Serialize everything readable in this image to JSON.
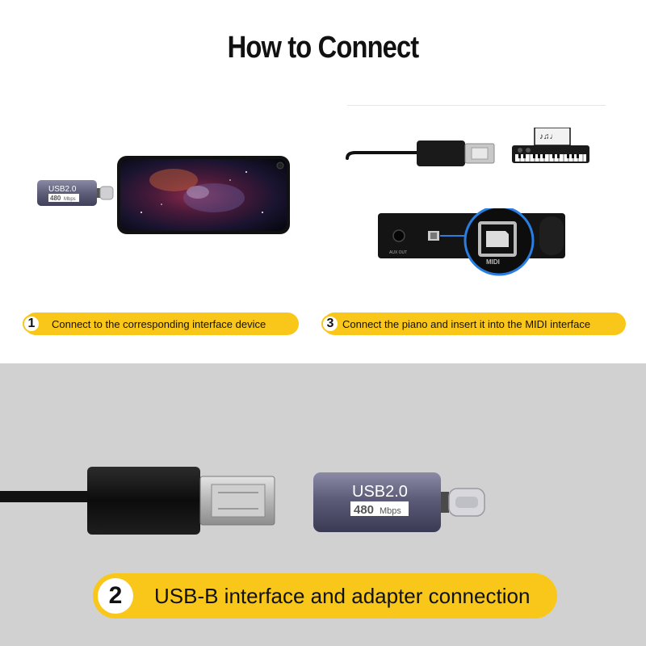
{
  "title": "How to Connect",
  "adapter_small": {
    "line1": "USB2.0",
    "line2": "480",
    "line3": "Mbps"
  },
  "adapter_big": {
    "line1": "USB2.0",
    "line2": "480",
    "line3": "Mbps"
  },
  "device_labels": {
    "aux": "AUX OUT",
    "midi": "MIDI"
  },
  "steps": [
    {
      "number": "1",
      "text": "Connect to the corresponding interface device"
    },
    {
      "number": "2",
      "text": "USB-B interface and adapter connection"
    },
    {
      "number": "3",
      "text": "Connect the piano and insert it into the MIDI interface"
    }
  ],
  "colors": {
    "accent": "#f9c71a",
    "panel": "#d1d1d1",
    "adapter": "#5f5f7a"
  }
}
